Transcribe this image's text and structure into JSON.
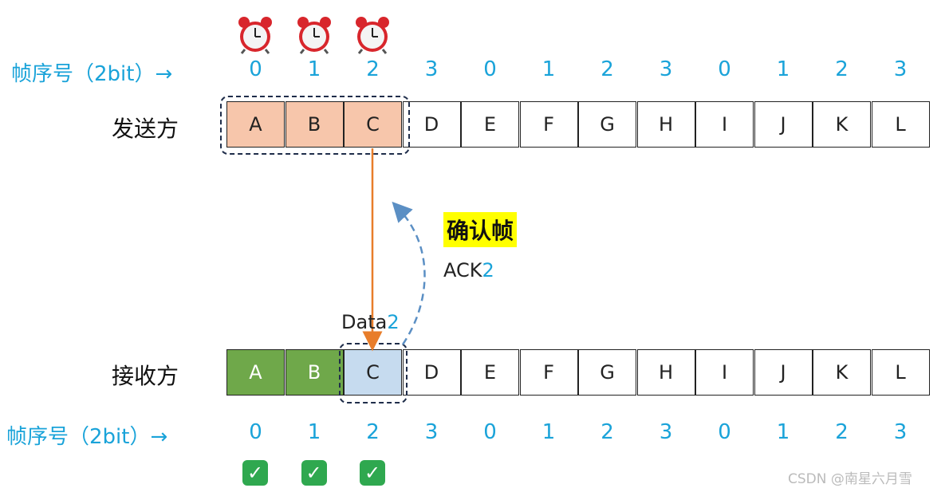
{
  "top": {
    "seq_label": "帧序号（2bit）→",
    "seq_numbers": [
      "0",
      "1",
      "2",
      "3",
      "0",
      "1",
      "2",
      "3",
      "0",
      "1",
      "2",
      "3"
    ],
    "row_label": "发送方",
    "frames": [
      "A",
      "B",
      "C",
      "D",
      "E",
      "F",
      "G",
      "H",
      "I",
      "J",
      "K",
      "L"
    ]
  },
  "bottom": {
    "seq_label": "帧序号（2bit）→",
    "seq_numbers": [
      "0",
      "1",
      "2",
      "3",
      "0",
      "1",
      "2",
      "3",
      "0",
      "1",
      "2",
      "3"
    ],
    "row_label": "接收方",
    "frames": [
      "A",
      "B",
      "C",
      "D",
      "E",
      "F",
      "G",
      "H",
      "I",
      "J",
      "K",
      "L"
    ]
  },
  "data_label": {
    "text": "Data",
    "num": "2"
  },
  "ack_label": {
    "text": "ACK",
    "num": "2"
  },
  "ack_title": "确认帧",
  "watermark": "CSDN @南星六月雪",
  "colors": {
    "seq": "#1aa3d9",
    "sent_frame": "#f7c6ab",
    "received_frame": "#6fa84a",
    "current_frame": "#c6dbef",
    "data_arrow": "#e87d2a",
    "ack_arrow": "#5b8fc4",
    "check": "#2fa84f",
    "highlight": "#ffff00"
  },
  "icons": {
    "timer": "alarm-clock-icon",
    "ok": "check-mark-icon"
  }
}
